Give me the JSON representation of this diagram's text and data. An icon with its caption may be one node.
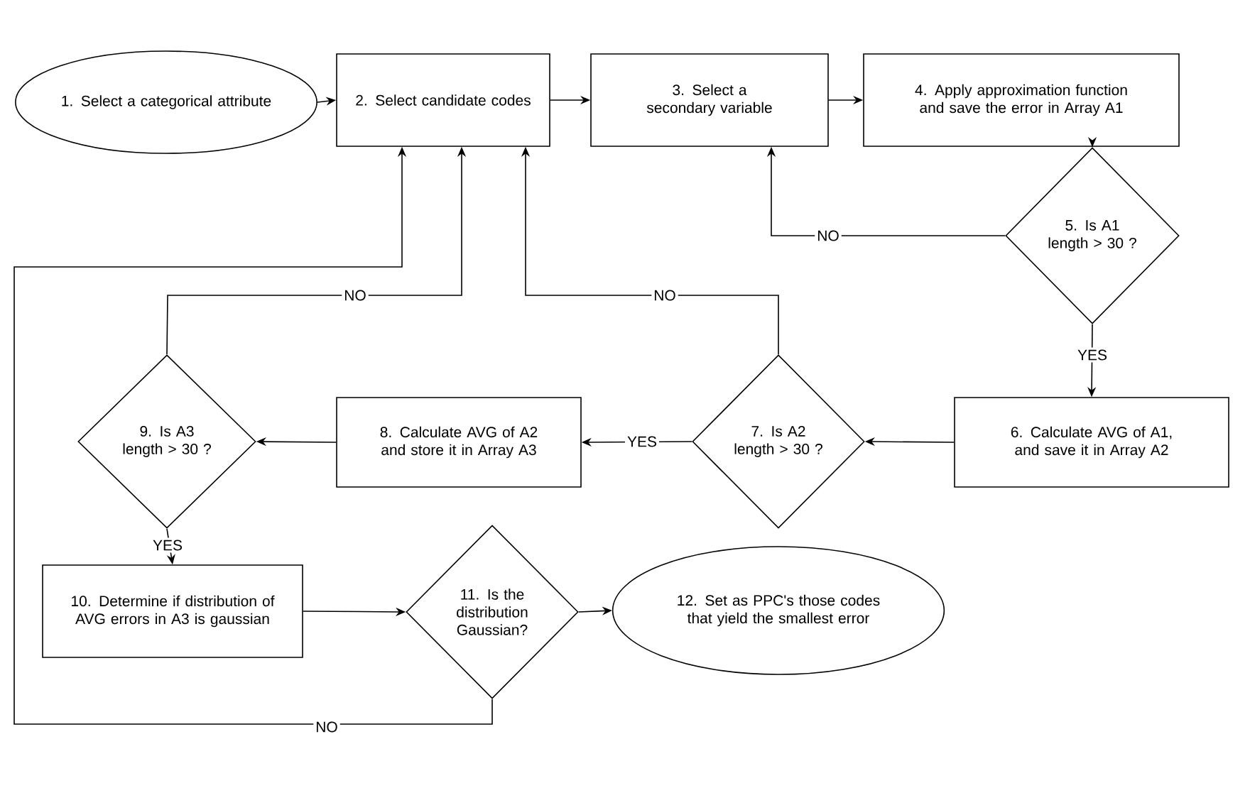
{
  "diagram": {
    "nodes": [
      {
        "text": [
          "1. Select a categorical attribute"
        ]
      },
      {
        "text": [
          "2. Select candidate codes"
        ]
      },
      {
        "text": [
          "3. Select a secondary variable"
        ]
      },
      {
        "text": [
          "4. Apply approximation function and save the error in Array A1"
        ]
      },
      {
        "text": [
          "5. Is A1 length > 30 ?"
        ]
      },
      {
        "text": [
          "6. Calculate AVG of A1, and save it in Array A2"
        ]
      },
      {
        "text": [
          "7. Is A2 length > 30 ?"
        ]
      },
      {
        "text": [
          "8. Calculate AVG of A2 and store it in Array A3"
        ]
      },
      {
        "text": [
          "9. Is A3 length > 30 ?"
        ]
      },
      {
        "text": [
          "10. Determine if distribution of AVG errors in A3 is gaussian"
        ]
      },
      {
        "text": [
          "11. Is the distribution Gaussian?"
        ]
      },
      {
        "text": [
          "12. Set as PPC's those codes that yield the smallest error"
        ]
      }
    ],
    "edges": [
      {
        "from": 0,
        "to": 1,
        "arrow": "to"
      },
      {
        "from": 1,
        "to": 2,
        "arrow": "to"
      },
      {
        "from": 2,
        "to": 3,
        "arrow": "to"
      },
      {
        "from": 3,
        "to": 4,
        "arrow": "to"
      },
      {
        "from": 4,
        "to": 2,
        "arrow": "to",
        "label": "NO"
      },
      {
        "from": 4,
        "to": 5,
        "arrow": "to",
        "label": "YES"
      },
      {
        "from": 5,
        "to": 6,
        "arrow": "to"
      },
      {
        "from": 6,
        "to": 7,
        "arrow": "to",
        "label": "YES"
      },
      {
        "from": 6,
        "to": 1,
        "arrow": "to",
        "label": "NO"
      },
      {
        "from": 7,
        "to": 8,
        "arrow": "to"
      },
      {
        "from": 8,
        "to": 1,
        "arrow": "to",
        "label": "NO"
      },
      {
        "from": 8,
        "to": 9,
        "arrow": "to",
        "label": "YES"
      },
      {
        "from": 9,
        "to": 10,
        "arrow": "to"
      },
      {
        "from": 10,
        "to": 11,
        "arrow": "to"
      },
      {
        "from": 10,
        "to": 1,
        "arrow": "to",
        "label": "NO"
      }
    ]
  }
}
